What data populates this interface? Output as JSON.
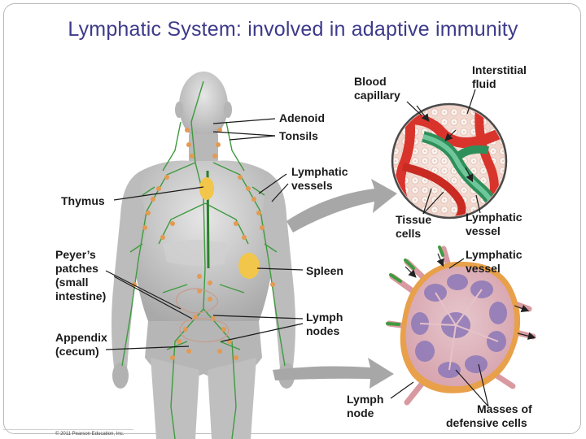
{
  "title": "Lymphatic System: involved in adaptive immunity",
  "labels": {
    "adenoid": "Adenoid",
    "tonsils": "Tonsils",
    "lymphatic_vessels_1": "Lymphatic",
    "lymphatic_vessels_2": "vessels",
    "thymus": "Thymus",
    "peyers_1": "Peyer’s",
    "peyers_2": "patches",
    "peyers_3": "(small",
    "peyers_4": "intestine)",
    "spleen": "Spleen",
    "appendix_1": "Appendix",
    "appendix_2": "(cecum)",
    "lymph_nodes_1": "Lymph",
    "lymph_nodes_2": "nodes",
    "blood_capillary_1": "Blood",
    "blood_capillary_2": "capillary",
    "interstitial_1": "Interstitial",
    "interstitial_2": "fluid",
    "tissue_cells_1": "Tissue",
    "tissue_cells_2": "cells",
    "lymphatic_vessel_a_1": "Lymphatic",
    "lymphatic_vessel_a_2": "vessel",
    "lymphatic_vessel_b_1": "Lymphatic",
    "lymphatic_vessel_b_2": "vessel",
    "lymph_node_1": "Lymph",
    "lymph_node_2": "node",
    "masses_1": "Masses of",
    "masses_2": "defensive cells"
  },
  "credit": "© 2011 Pearson Education, Inc.",
  "colors": {
    "title": "#3d3a8a",
    "body": "#bdbdbd",
    "lymph_vessel": "#3f9b3f",
    "node": "#e39a52",
    "organ": "#f2c64a",
    "capillary": "#d8342c",
    "node_capsule": "#e8a04a",
    "node_tissue": "#8d78b8"
  }
}
